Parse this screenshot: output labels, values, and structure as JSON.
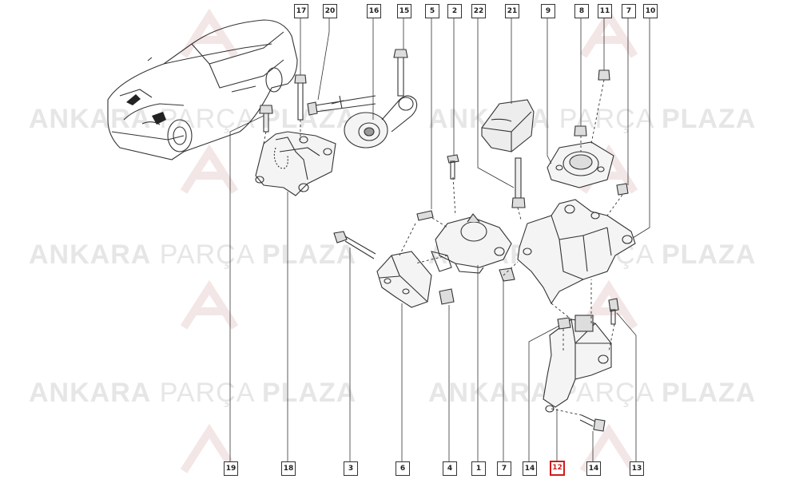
{
  "watermark": {
    "brand_bold": "ANKARA",
    "brand_thin": "PARÇA",
    "brand_bold2": "PLAZA"
  },
  "callouts": {
    "c17": "17",
    "c20": "20",
    "c16": "16",
    "c15": "15",
    "c5": "5",
    "c2": "2",
    "c22": "22",
    "c21": "21",
    "c9": "9",
    "c8": "8",
    "c11": "11",
    "c7_top": "7",
    "c10": "10",
    "c19": "19",
    "c18": "18",
    "c3": "3",
    "c6": "6",
    "c4": "4",
    "c1": "1",
    "c7_bottom": "7",
    "c14_a": "14",
    "c12": "12",
    "c14_b": "14",
    "c13": "13"
  },
  "colors": {
    "line": "#333333",
    "highlight": "#d21b1b",
    "watermark": "#e6e6e6"
  }
}
